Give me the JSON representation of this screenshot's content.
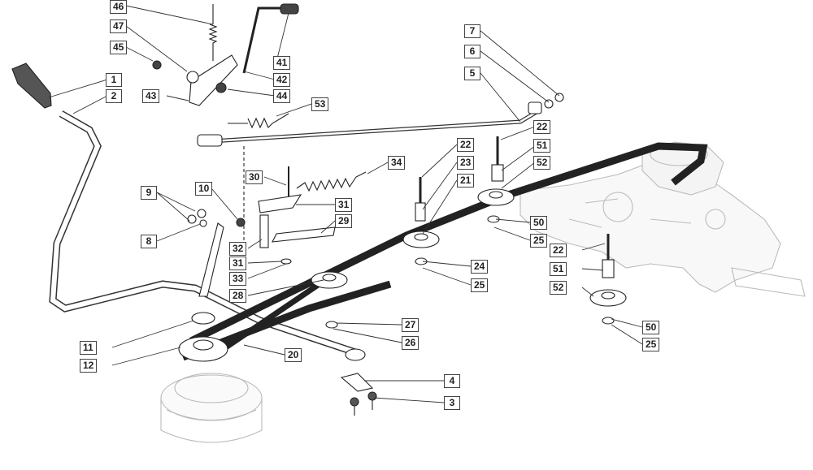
{
  "diagram": {
    "callouts": [
      "46",
      "47",
      "45",
      "43",
      "41",
      "42",
      "44",
      "53",
      "1",
      "2",
      "7",
      "6",
      "5",
      "22",
      "51",
      "52",
      "23",
      "21",
      "34",
      "30",
      "31",
      "29",
      "9",
      "10",
      "8",
      "32",
      "31",
      "33",
      "28",
      "50",
      "25",
      "24",
      "25",
      "22",
      "51",
      "52",
      "27",
      "26",
      "11",
      "12",
      "20",
      "50",
      "25",
      "4",
      "3"
    ]
  }
}
